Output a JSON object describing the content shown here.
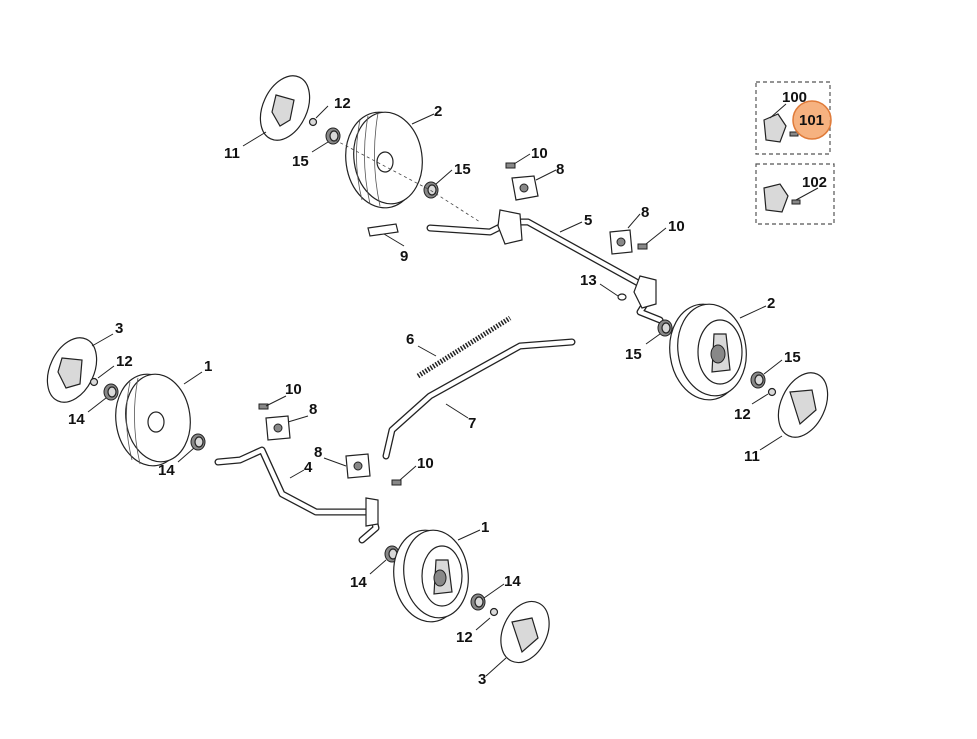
{
  "highlight_color": "#f4a46a",
  "highlight_stroke": "#e07b39",
  "callouts": {
    "c11_top": "11",
    "c12_top": "12",
    "c2_top": "2",
    "c15_top_left": "15",
    "c15_top_mid": "15",
    "c10_top": "10",
    "c8_top": "8",
    "c5": "5",
    "c8_right": "8",
    "c10_right": "10",
    "c9": "9",
    "c13": "13",
    "c2_right": "2",
    "c15_right_left": "15",
    "c15_right": "15",
    "c12_right": "12",
    "c11_right": "11",
    "c100": "100",
    "c101": "101",
    "c102": "102",
    "c6": "6",
    "c7": "7",
    "c3_left": "3",
    "c12_left": "12",
    "c1_left": "1",
    "c14_left": "14",
    "c14_left_low": "14",
    "c10_mid": "10",
    "c8_mid": "8",
    "c8_low": "8",
    "c4": "4",
    "c10_low": "10",
    "c1_bottom": "1",
    "c14_bottom_left": "14",
    "c14_bottom_right": "14",
    "c12_bottom": "12",
    "c3_bottom": "3"
  }
}
